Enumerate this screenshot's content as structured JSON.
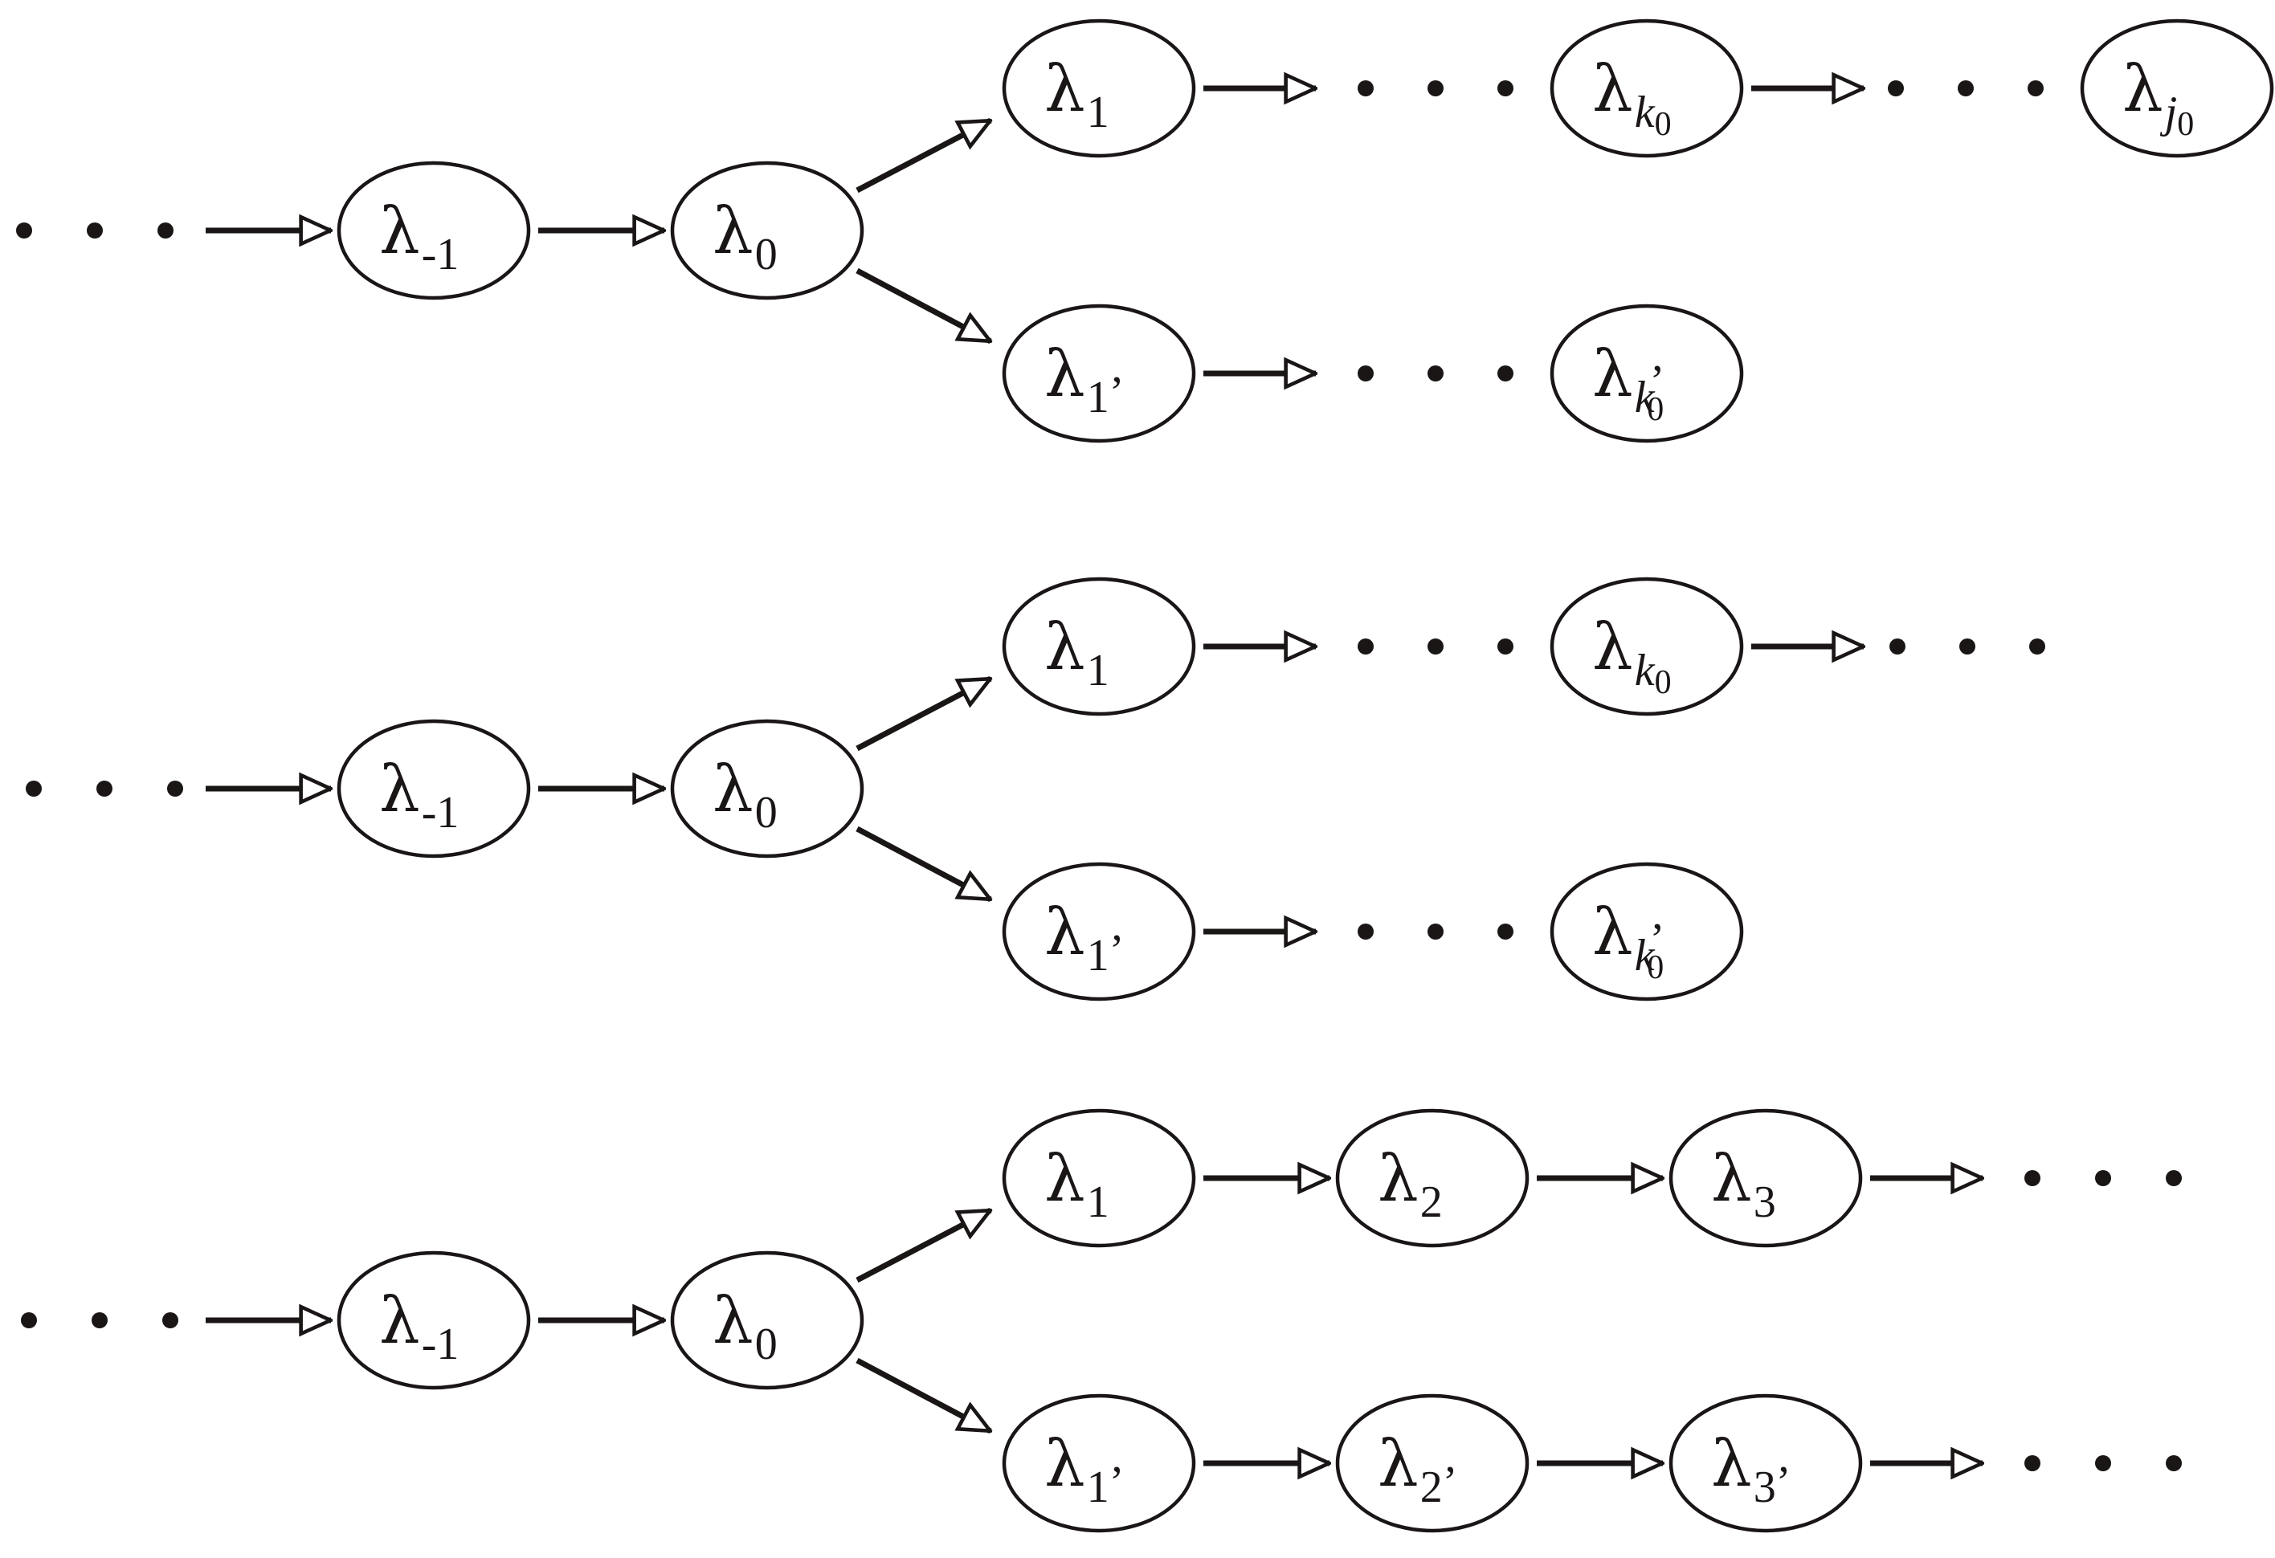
{
  "diagram": {
    "symbol": "λ",
    "colors": {
      "stroke": "#1a1616",
      "background": "#ffffff"
    },
    "panels": [
      {
        "nodes": [
          {
            "id": "p1-lm1",
            "sub": "-1"
          },
          {
            "id": "p1-l0",
            "sub": "0"
          },
          {
            "id": "p1-l1",
            "sub": "1"
          },
          {
            "id": "p1-lk0",
            "sub": "k",
            "subsub": "0"
          },
          {
            "id": "p1-lj0",
            "sub": "j",
            "subsub": "0"
          },
          {
            "id": "p1-l1p",
            "sub": "1",
            "prime": "’"
          },
          {
            "id": "p1-lk0p",
            "sub": "k",
            "subsub": "0",
            "prime": "’"
          }
        ]
      },
      {
        "nodes": [
          {
            "id": "p2-lm1",
            "sub": "-1"
          },
          {
            "id": "p2-l0",
            "sub": "0"
          },
          {
            "id": "p2-l1",
            "sub": "1"
          },
          {
            "id": "p2-lk0",
            "sub": "k",
            "subsub": "0"
          },
          {
            "id": "p2-l1p",
            "sub": "1",
            "prime": "’"
          },
          {
            "id": "p2-lk0p",
            "sub": "k",
            "subsub": "0",
            "prime": "’"
          }
        ]
      },
      {
        "nodes": [
          {
            "id": "p3-lm1",
            "sub": "-1"
          },
          {
            "id": "p3-l0",
            "sub": "0"
          },
          {
            "id": "p3-l1",
            "sub": "1"
          },
          {
            "id": "p3-l2",
            "sub": "2"
          },
          {
            "id": "p3-l3",
            "sub": "3"
          },
          {
            "id": "p3-l1p",
            "sub": "1",
            "prime": "’"
          },
          {
            "id": "p3-l2p",
            "sub": "2",
            "prime": "’"
          },
          {
            "id": "p3-l3p",
            "sub": "3",
            "prime": "’"
          }
        ]
      }
    ]
  }
}
